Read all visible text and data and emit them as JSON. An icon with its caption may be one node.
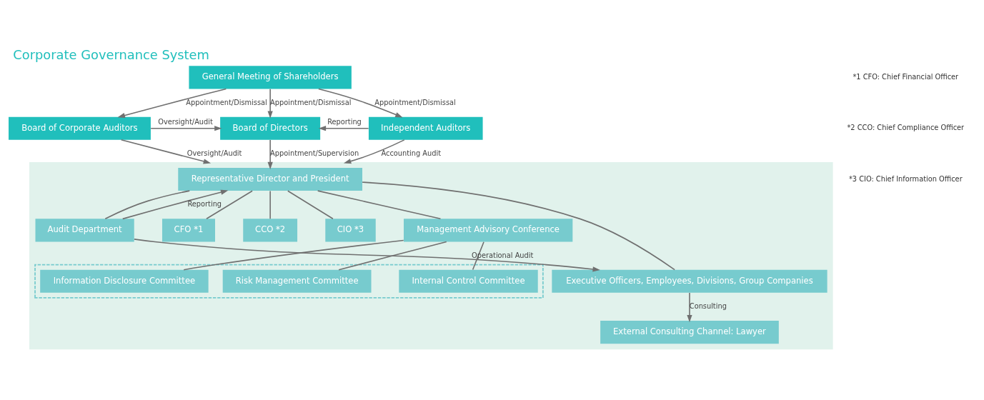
{
  "diagram": {
    "title": "Corporate Governance System",
    "nodes": [
      {
        "text": [
          "General Meeting of Shareholders"
        ]
      },
      {
        "text": [
          "Board of Corporate Auditors"
        ]
      },
      {
        "text": [
          "Board of Directors"
        ]
      },
      {
        "text": [
          "Independent Auditors"
        ]
      },
      {
        "text": [],
        "shape": "box"
      },
      {
        "text": [
          "Representative Director and President"
        ],
        "in": 4
      },
      {
        "text": [
          "Management Advisory Conference"
        ],
        "in": 4
      },
      {
        "text": [],
        "shape": "box",
        "in": 4
      },
      {
        "text": [
          "Risk Management Committee"
        ],
        "in": 7
      },
      {
        "text": [
          "Internal Control Committee"
        ],
        "in": 7
      },
      {
        "text": [
          "Information Disclosure Committee"
        ],
        "in": 7
      },
      {
        "text": [
          "CFO *1"
        ],
        "in": 4
      },
      {
        "text": [
          "CCO *2"
        ],
        "in": 4
      },
      {
        "text": [
          "CIO *3"
        ],
        "in": 4
      },
      {
        "text": [
          "Audit Department"
        ],
        "in": 4
      },
      {
        "text": [
          "External Consulting Channel: Lawyer"
        ],
        "in": 4
      },
      {
        "text": [
          "Executive Officers, Employees, Divisions, Group Companies"
        ],
        "in": 4
      }
    ],
    "edges": [
      {
        "from": 0,
        "to": 1,
        "arrow": "to",
        "label": "Appointment/Dismissal"
      },
      {
        "from": 0,
        "to": 2,
        "arrow": "to",
        "label": "Appointment/Dismissal"
      },
      {
        "from": 0,
        "to": 3,
        "arrow": "to",
        "label": "Appointment/Dismissal"
      },
      {
        "from": 1,
        "to": 2,
        "arrow": "to",
        "label": "Oversight/Audit"
      },
      {
        "from": 3,
        "to": 2,
        "arrow": "to",
        "label": "Reporting"
      },
      {
        "from": 1,
        "to": 4,
        "arrow": "to",
        "label": "Oversight/Audit"
      },
      {
        "from": 2,
        "to": 5,
        "arrow": "to",
        "label": "Appointment/Supervision"
      },
      {
        "from": 3,
        "to": 4,
        "arrow": "to",
        "label": "Accounting Audit"
      },
      {
        "from": 5,
        "to": 6,
        "arrow": "none"
      },
      {
        "from": 6,
        "to": 8,
        "arrow": "none"
      },
      {
        "from": 6,
        "to": 9,
        "arrow": "none"
      },
      {
        "from": 6,
        "to": 10,
        "arrow": "none"
      },
      {
        "from": 5,
        "to": 11,
        "arrow": "none"
      },
      {
        "from": 5,
        "to": 12,
        "arrow": "none"
      },
      {
        "from": 5,
        "to": 13,
        "arrow": "none"
      },
      {
        "from": 5,
        "to": 14,
        "arrow": "none"
      },
      {
        "from": 14,
        "to": 5,
        "arrow": "to",
        "label": "Reporting"
      },
      {
        "from": 14,
        "to": 16,
        "arrow": "to",
        "label": "Operational Audit"
      },
      {
        "from": 5,
        "to": 16,
        "arrow": "none"
      },
      {
        "from": 16,
        "to": 15,
        "arrow": "to",
        "label": "Consulting"
      }
    ],
    "labels": [
      "*1 CFO: Chief Financial Officer",
      "*2 CCO: Chief Compliance Officer",
      "*3 CIO: Chief Information Officer"
    ]
  }
}
